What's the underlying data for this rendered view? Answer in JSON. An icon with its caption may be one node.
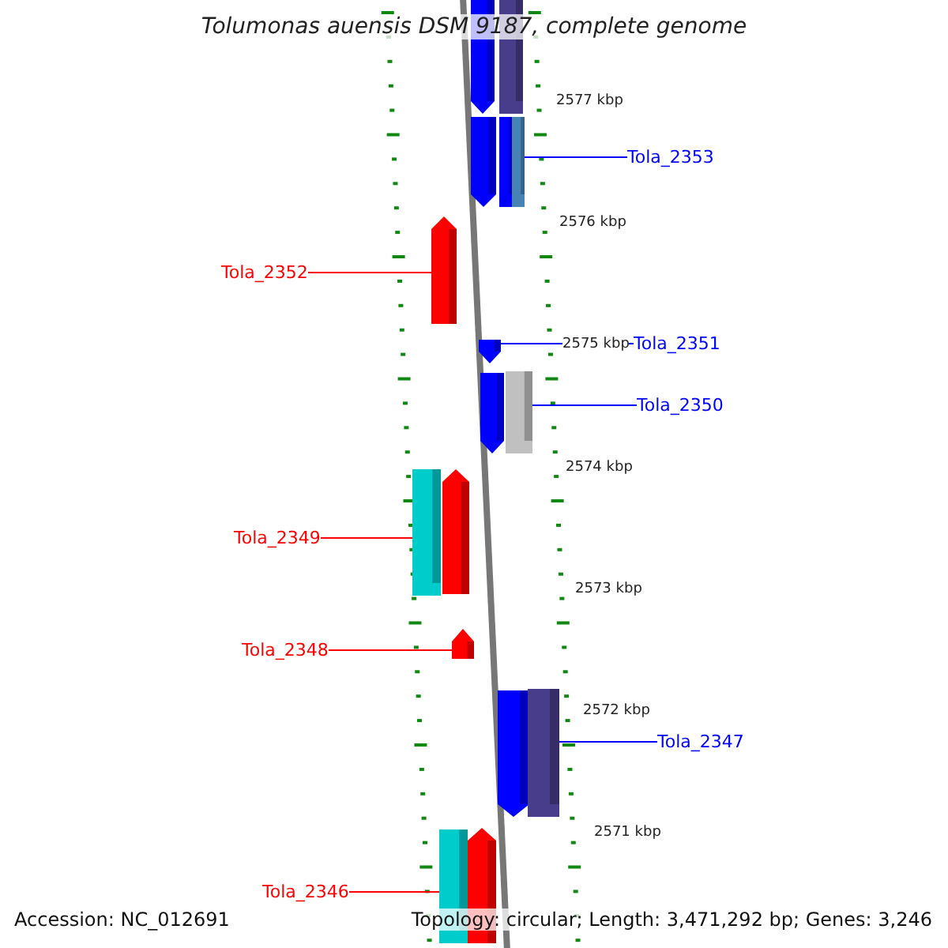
{
  "diagram": {
    "title": "Tolumonas auensis DSM 9187, complete genome",
    "nodes": [
      {
        "text": [],
        "shape": "bar"
      },
      {
        "text": [],
        "shape": "bar"
      },
      {
        "text": [],
        "shape": "bar"
      },
      {
        "text": [],
        "shape": "bar"
      },
      {
        "text": [],
        "shape": "bar"
      },
      {
        "text": [
          "Tola_2353"
        ]
      },
      {
        "text": [],
        "shape": "bar"
      },
      {
        "text": [
          "Tola_2352"
        ]
      },
      {
        "text": [],
        "shape": "bar"
      },
      {
        "text": [
          "Tola_2351"
        ]
      },
      {
        "text": [],
        "shape": "bar"
      },
      {
        "text": [],
        "shape": "bar"
      },
      {
        "text": [
          "Tola_2350"
        ]
      },
      {
        "text": [],
        "shape": "bar"
      },
      {
        "text": [],
        "shape": "bar"
      },
      {
        "text": [
          "Tola_2349"
        ]
      },
      {
        "text": [],
        "shape": "bar"
      },
      {
        "text": [
          "Tola_2348"
        ]
      },
      {
        "text": [],
        "shape": "bar"
      },
      {
        "text": [],
        "shape": "bar"
      },
      {
        "text": [
          "Tola_2347"
        ]
      },
      {
        "text": [],
        "shape": "bar"
      },
      {
        "text": [],
        "shape": "bar"
      },
      {
        "text": [
          "Tola_2346"
        ]
      }
    ],
    "edges": [
      {
        "from": 5,
        "to": 4,
        "arrow": "none",
        "color": "#0000ff"
      },
      {
        "from": 7,
        "to": 6,
        "arrow": "none",
        "color": "#ff0000"
      },
      {
        "from": 9,
        "to": 8,
        "arrow": "none",
        "color": "#0000ff"
      },
      {
        "from": 12,
        "to": 11,
        "arrow": "none",
        "color": "#0000ff"
      },
      {
        "from": 15,
        "to": 13,
        "arrow": "none",
        "color": "#ff0000"
      },
      {
        "from": 17,
        "to": 16,
        "arrow": "none",
        "color": "#ff0000"
      },
      {
        "from": 20,
        "to": 19,
        "arrow": "none",
        "color": "#0000ff"
      },
      {
        "from": 23,
        "to": 21,
        "arrow": "none",
        "color": "#ff0000"
      }
    ],
    "labels": [
      "2577 kbp",
      "2576 kbp",
      "2575 kbp",
      "2574 kbp",
      "2573 kbp",
      "2572 kbp",
      "2571 kbp",
      "Accession: NC_012691",
      "Topology: circular; Length: 3,471,292 bp; Genes: 3,246"
    ]
  }
}
